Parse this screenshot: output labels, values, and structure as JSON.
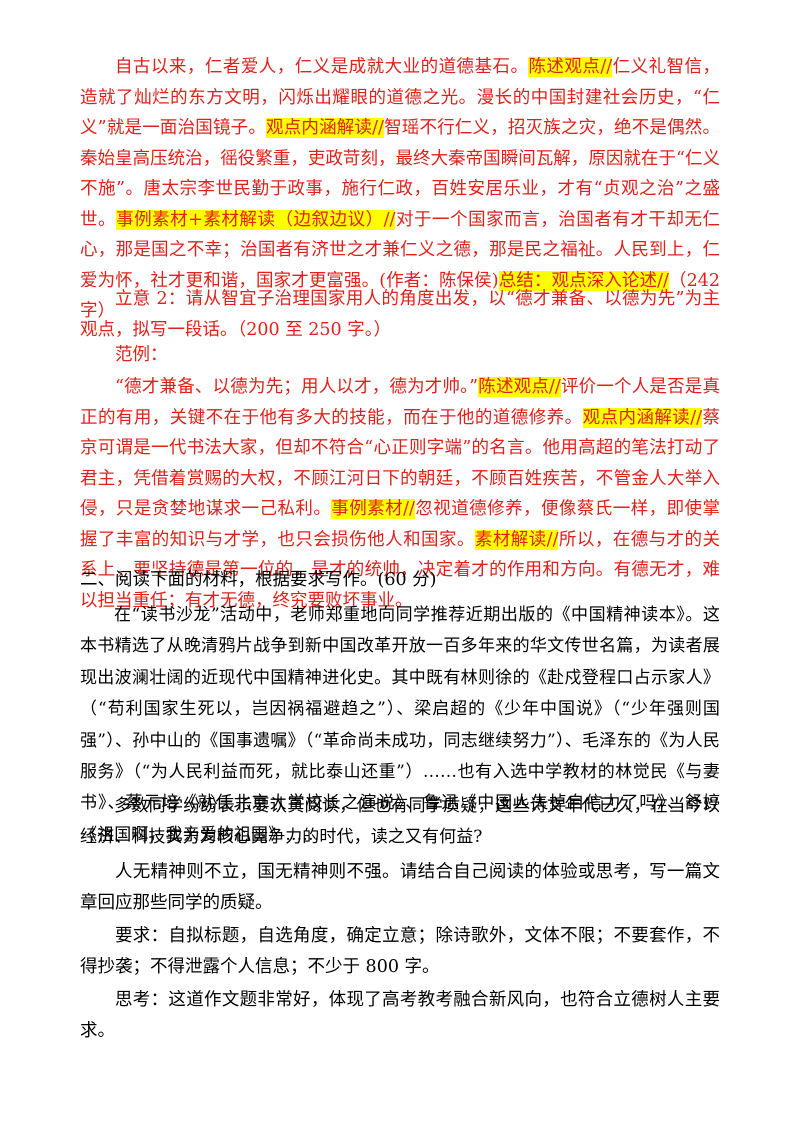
{
  "block1": {
    "s1": "自古以来，仁者爱人，仁义是成就大业的道德基石。",
    "t1": "陈述观点//",
    "s2": "仁义礼智信，造就了灿烂的东方文明，闪烁出耀眼的道德之光。漫长的中国封建社会历史，“仁义”就是一面治国镜子。",
    "t2": "观点内涵解读//",
    "s3": "智瑶不行仁义，招灭族之灾，绝不是偶然。秦始皇高压统治，徭役繁重，吏政苛刻，最终大秦帝国瞬间瓦解，原因就在于“仁义不施”。唐太宗李世民勤于政事，施行仁政，百姓安居乐业，才有“贞观之治”之盛世。",
    "t3": "事例素材+素材解读（边叙边议）//",
    "s4": "对于一个国家而言，治国者有才干却无仁心，那是国之不幸；治国者有济世之才兼仁义之德，那是民之福祉。人民到上，仁爱为怀，社才更和谐，国家才更富强。(作者：陈保侯)",
    "t4": "总结：观点深入论述//",
    "s5": "（242 字）"
  },
  "block2": {
    "prompt": "立意 2：请从智宜子治理国家用人的角度出发，以“德才兼备、以德为先”为主观点，拟写一段话。（200 至 250 字。）",
    "example_label": "范例："
  },
  "block3": {
    "s1": "“德才兼备、以德为先；用人以才，德为才帅。”",
    "t1": "陈述观点//",
    "s2": "评价一个人是否是真正的有用，关键不在于他有多大的技能，而在于他的道德修养。",
    "t2": "观点内涵解读//",
    "s3": "蔡京可谓是一代书法大家，但却不符合“心正则字端”的名言。他用高超的笔法打动了君主，凭借着赏赐的大权，不顾江河日下的朝廷，不顾百姓疾苦，不管金人大举入侵，只是贪婪地谋求一己私利。",
    "t3": "事例素材//",
    "s4": "忽视道德修养，便像蔡氏一样，即使掌握了丰富的知识与才学，也只会损伤他人和国家。",
    "t4": "素材解读//",
    "s5": "所以，在德与才的关系上，要坚持德是第一位的，是才的统帅，决定着才的作用和方向。有德无才，难以担当重任；有才无德，终究要败坏事业。"
  },
  "section2": {
    "heading": "二、阅读下面的材料，根据要求写作。(60 分)",
    "material_p1": "在“读书沙龙”活动中，老师郑重地向同学推荐近期出版的《中国精神读本》。这本书精选了从晚清鸦片战争到新中国改革开放一百多年来的华文传世名篇，为读者展现出波澜壮阔的近现代中国精神进化史。其中既有林则徐的《赴戍登程口占示家人》（“苟利国家生死以，岂因祸福避趋之”）、梁启超的《少年中国说》（“少年强则国强”）、孙中山的《国事遗嘱》（“革命尚未成功，同志继续努力”）、毛泽东的《为人民服务》（“为人民利益而死，就比泰山还重”）……也有入选中学教材的林觉民《与妻书》、蔡元培《就任北京大学校长之演说》、鲁迅《中国人失掉自信力了吗》、舒婷《祖国啊，我亲爱的祖国》……",
    "material_p2": "多数同学纷纷表示要认真阅读，但也有同学质疑，这些诗文年代已久，在当今以经济、科技实力为核心竞争力的时代，读之又有何益?",
    "task": "人无精神则不立，国无精神则不强。请结合自己阅读的体验或思考，写一篇文章回应那些同学的质疑。",
    "requirements": "要求：自拟标题，自选角度，确定立意；除诗歌外，文体不限；不要套作，不得抄袭；不得泄露个人信息；不少于 800 字。",
    "thinking": "思考：这道作文题非常好，体现了高考教考融合新风向，也符合立德树人主要求。"
  }
}
